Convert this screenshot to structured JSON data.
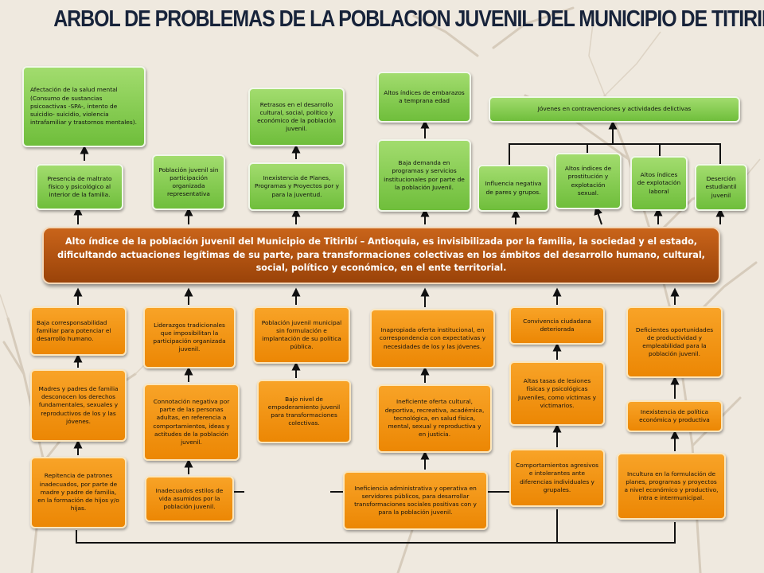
{
  "title": "ARBOL DE PROBLEMAS DE LA POBLACION JUVENIL DEL MUNICIPIO DE TITIRIBÍ",
  "central_problem": "Alto índice de la población juvenil del Municipio de Titiribí – Antioquia, es invisibilizada por la familia, la sociedad y el estado, dificultando actuaciones legítimas de su parte, para transformaciones colectivas en los ámbitos del desarrollo humano, cultural, social, político y económico, en el ente territorial.",
  "effects": {
    "salud_mental": "Afectación de la salud mental (Consumo de sustancias psicoactivas -SPA-, intento de suicidio- suicidio, violencia intrafamiliar y trastornos mentales).",
    "retrasos": "Retrasos en el desarrollo cultural, social, político y económico de la población juvenil.",
    "embarazos": "Altos índices de embarazos a temprana edad",
    "contravenciones": "Jóvenes en contravenciones y actividades delictivas",
    "maltrato": "Presencia de maltrato físico y psicológico al interior de la familia.",
    "sin_participacion": "Población juvenil sin participación organizada representativa",
    "inexistencia_planes": "Inexistencia de Planes, Programas y Proyectos por y para la juventud.",
    "baja_demanda": "Baja demanda en programas y servicios institucionales por parte de la población Juvenil.",
    "influencia": "Influencia negativa de pares y grupos.",
    "prostitucion": "Altos índices de prostitución y explotación sexual.",
    "explotacion_laboral": "Altos índices de explotación laboral",
    "desercion": "Deserción estudiantil juvenil"
  },
  "causes": {
    "corresponsabilidad": "Baja corresponsabilidad familiar para potenciar el desarrollo humano.",
    "liderazgos": "Liderazgos tradicionales que imposibilitan la participación organizada juvenil.",
    "sin_formulacion": "Población juvenil municipal sin formulación e implantación de su política pública.",
    "oferta_inapropiada": "Inapropiada oferta institucional, en correspondencia con expectativas y necesidades de los y las jóvenes.",
    "convivencia": "Convivencia ciudadana deteriorada",
    "oportunidades": "Deficientes oportunidades de productividad y empleabilidad para la población juvenil.",
    "desconocen_derechos": "Madres y padres de familia desconocen los derechos fundamentales, sexuales y reproductivos de los y las jóvenes.",
    "connotacion": "Connotación negativa por parte de las personas adultas, en referencia a comportamientos, ideas y actitudes de la población juvenil.",
    "empoderamiento": "Bajo nivel de empoderamiento juvenil para transformaciones colectivas.",
    "oferta_ineficiente": "Ineficiente oferta cultural, deportiva, recreativa, académica, tecnológica, en salud física, mental, sexual y reproductiva y en justicia.",
    "lesiones": "Altas tasas de lesiones físicas y psicológicas juveniles, como víctimas y victimarios.",
    "politica_economica": "Inexistencia de política económica y productiva",
    "repitencia": "Repitencia de patrones inadecuados, por parte de madre y padre de familia, en la formación de hijos y/o hijas.",
    "estilos_vida": "Inadecuados estilos de vida asumidos por la población juvenil.",
    "ineficiencia_admin": "Ineficiencia administrativa y operativa en servidores públicos, para desarrollar transformaciones sociales positivas con y para la población juvenil.",
    "comportamientos": "Comportamientos agresivos e intolerantes ante diferencias individuales y grupales.",
    "incultura": "Incultura en la formulación de planes, programas y proyectos a nivel económico y productivo, intra e intermunicipal."
  },
  "colors": {
    "effect_green": "#7cc644",
    "cause_orange": "#f39519",
    "central_brown": "#b3540f",
    "title_navy": "#17233a",
    "arrow": "#111111"
  }
}
